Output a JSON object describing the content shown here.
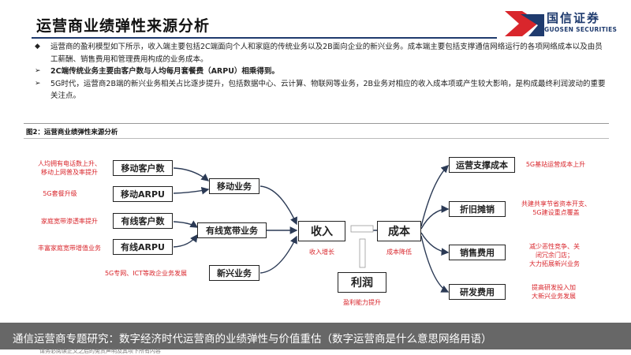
{
  "header": {
    "title": "运营商业绩弹性来源分析",
    "logo_cn": "国信证券",
    "logo_en": "GUOSEN SECURITIES",
    "brand_color": "#1f3b6e",
    "accent_color": "#d9262c"
  },
  "bullets": [
    {
      "marker": "◆",
      "text": "运营商的盈利模型如下所示，收入端主要包括2C端面向个人和家庭的传统业务以及2B面向企业的新兴业务。成本端主要包括支撑通信网络运行的各项网络成本以及由员工薪酬、销售费用和管理费用构成的业务成本。"
    },
    {
      "marker": "➢",
      "text": "2C端传统业务主要由客户数与人均每月套餐费（ARPU）相乘得到。"
    },
    {
      "marker": "➢",
      "text": "5G时代，运营商2B端的新兴业务相关占比逐步提升，包括数据中心、云计算、物联网等业务，2B业务对相应的收入成本项或产生较大影响，是构成最终利润波动的重要关注点。"
    }
  ],
  "figure": {
    "caption": "图2：运营商业绩弹性来源分析",
    "boxes": {
      "mobile_customers": "移动客户数",
      "mobile_arpu": "移动ARPU",
      "wired_customers": "有线客户数",
      "wired_arpu": "有线ARPU",
      "mobile_business": "移动业务",
      "broadband_business": "有线宽带业务",
      "new_business": "新兴业务",
      "revenue": "收入",
      "cost": "成本",
      "profit": "利润",
      "operating_cost": "运营支撑成本",
      "depreciation": "折旧摊销",
      "sales_cost": "销售费用",
      "rd_cost": "研发费用"
    },
    "notes": {
      "users_growth": "人均拥有电话数上升、\n移动上网普及率提升",
      "package_upgrade": "5G套餐升级",
      "home_broadband": "家庭宽带渗透率提升",
      "broadband_value": "丰富家庭宽带增值业务",
      "new_business_note": "5G专网、ICT等政企业务发展",
      "revenue_growth": "收入增长",
      "cost_reduction": "成本降低",
      "profit_boost": "盈利能力提升",
      "base_station": "5G基站运营成本上升",
      "shared_build": "共建共享节省资本开支、\n5G建设重点覆盖",
      "reduce_competition": "减少恶性竞争、关\n闭冗余门店；\n大力拓展新兴业务",
      "rd_increase": "提高研发投入加\n大新兴业务发展"
    }
  },
  "banner": {
    "text": "通信运营商专题研究：数字经济时代运营商的业绩弹性与价值重估（数字运营商是什么意思网络用语）"
  },
  "footer": {
    "disclaimer": "请务必阅读正文之后的免责声明及其项下所有内容"
  }
}
